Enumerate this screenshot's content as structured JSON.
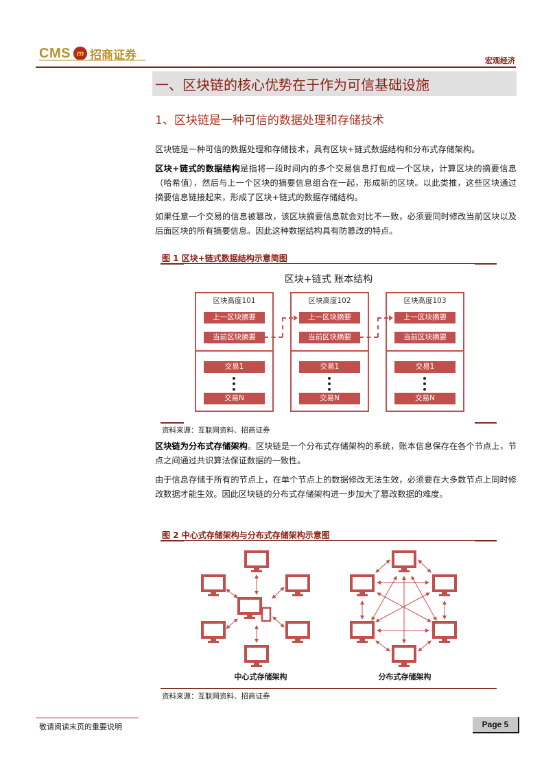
{
  "header": {
    "logo_text": "CMS",
    "logo_badge": "m",
    "logo_cn": "招商证券",
    "section_label": "宏观经济"
  },
  "section": {
    "title": "一、区块链的核心优势在于作为可信基础设施",
    "subtitle": "1、区块链是一种可信的数据处理和存储技术"
  },
  "paragraphs": {
    "p1": "区块链是一种可信的数据处理和存储技术，具有区块+链式数据结构和分布式存储架构。",
    "p2_bold": "区块+链式的数据结构",
    "p2_rest": "是指将一段时间内的多个交易信息打包成一个区块，计算区块的摘要信息（哈希值），然后与上一个区块的摘要信息组合在一起，形成新的区块。以此类推，这些区块通过摘要信息链接起来，形成了区块+链式的数据存储结构。",
    "p3": "如果任意一个交易的信息被篡改，该区块摘要信息就会对比不一致，必须要同时修改当前区块以及后面区块的所有摘要信息。因此这种数据结构具有防篡改的特点。",
    "p4_bold": "区块链为分布式存储架构",
    "p4_rest": "。区块链是一个分布式存储架构的系统，账本信息保存在各个节点上，节点之间通过共识算法保证数据的一致性。",
    "p5": "由于信息存储于所有的节点上，在单个节点上的数据修改无法生效，必须要在大多数节点上同时修改数据才能生效。因此区块链的分布式存储架构进一步加大了篡改数据的难度。"
  },
  "figure1": {
    "title": "图 1 区块+链式数据结构示意简图",
    "chart_title": "区块+链式 账本结构",
    "blocks": [
      {
        "height_label": "区块高度101",
        "prev": "上一区块摘要",
        "curr": "当前区块摘要",
        "tx1": "交易1",
        "txn": "交易N"
      },
      {
        "height_label": "区块高度102",
        "prev": "上一区块摘要",
        "curr": "当前区块摘要",
        "tx1": "交易1",
        "txn": "交易N"
      },
      {
        "height_label": "区块高度103",
        "prev": "上一区块摘要",
        "curr": "当前区块摘要",
        "tx1": "交易1",
        "txn": "交易N"
      }
    ],
    "source": "资料来源：互联网资料、招商证券"
  },
  "figure2": {
    "title": "图 2 中心式存储架构与分布式存储架构示意图",
    "left_label": "中心式存储架构",
    "right_label": "分布式存储架构",
    "source": "资料来源：互联网资料、招商证券"
  },
  "footer": {
    "disclaimer": "敬请阅读末页的重要说明",
    "page": "Page 5"
  },
  "colors": {
    "brand_red": "#8b1d12",
    "diagram_red": "#c0504d",
    "gold": "#b9932a"
  }
}
